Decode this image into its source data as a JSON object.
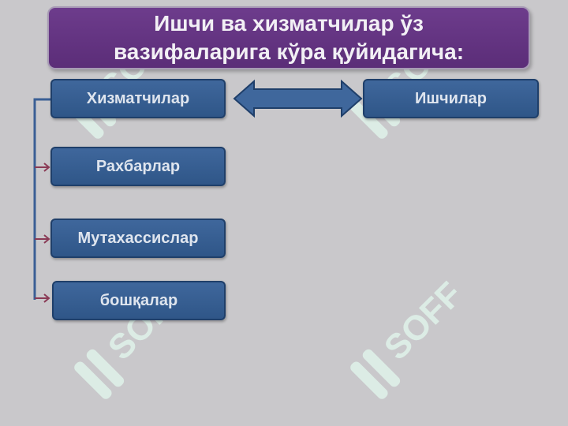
{
  "title": {
    "line1": "Ишчи ва хизматчилар ўз",
    "line2": "вазифаларига кўра қуйидагича:"
  },
  "nodes": {
    "xizmatchilar": "Хизматчилар",
    "ishchilar": "Ишчилар",
    "rahbarlar": "Рахбарлар",
    "mutaxassislar": "Мутахассислар",
    "boshqalar": "бошқалар"
  },
  "colors": {
    "background": "#c9c8cb",
    "title_fill": "#5b2d78",
    "node_fill": "#3a6296",
    "connector": "#3a5f95",
    "arrow_red": "#8a3a55",
    "watermark": "#d9f2e6"
  }
}
